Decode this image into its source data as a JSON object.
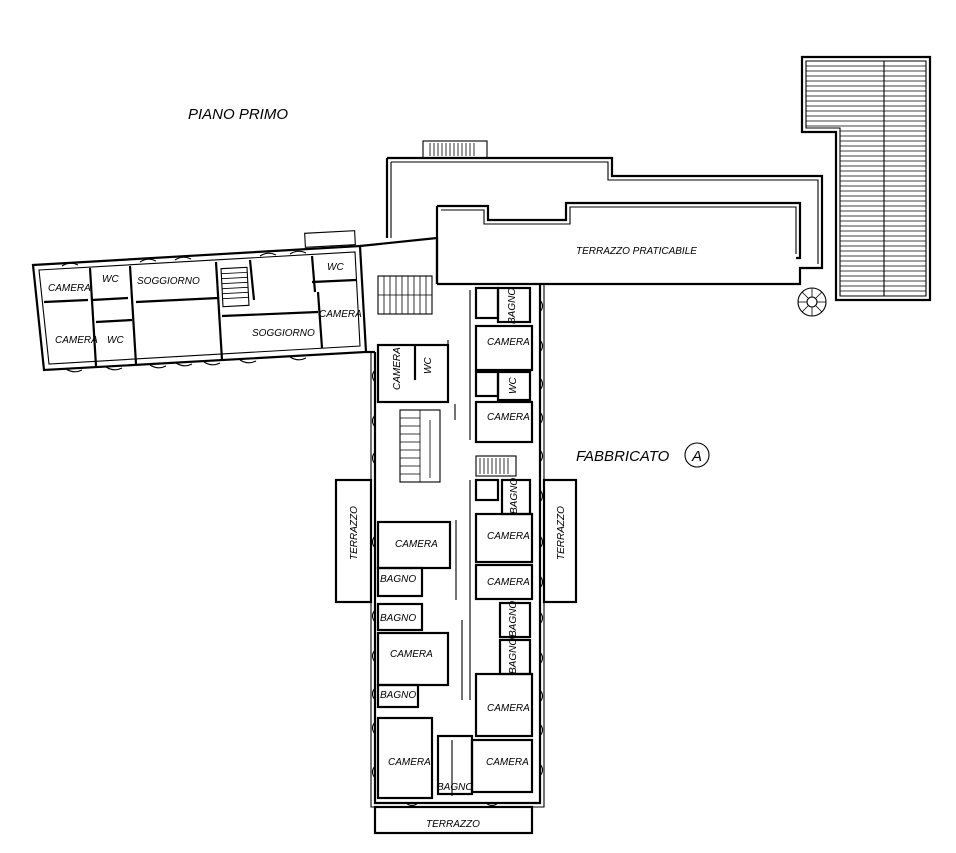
{
  "title": "PIANO PRIMO",
  "building": {
    "label": "FABBRICATO",
    "letter": "A"
  },
  "rooms": {
    "camera": "CAMERA",
    "wc": "WC",
    "soggiorno": "SOGGIORNO",
    "bagno": "BAGNO",
    "terrazzo": "TERRAZZO",
    "terrazzo_praticabile": "TERRAZZO PRATICABILE"
  }
}
